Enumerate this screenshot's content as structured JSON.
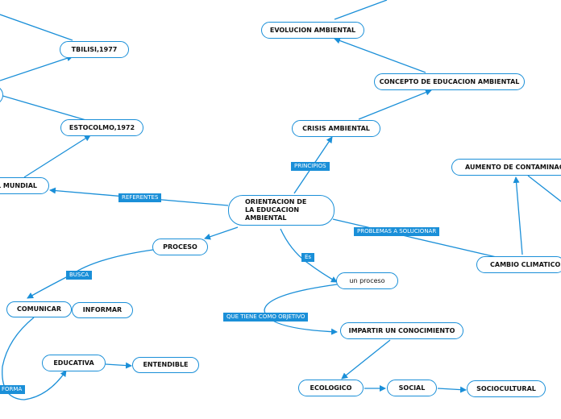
{
  "nodes": {
    "central": "ORIENTACION DE LA EDUCACION AMBIENTAL",
    "evolucion": "EVOLUCION AMBIENTAL",
    "concepto": "CONCEPTO DE EDUCACION AMBIENTAL",
    "crisis": "CRISIS AMBIENTAL",
    "tbilisi": "TBILISI,1977",
    "estocolmo": "ESTOCOLMO,1972",
    "mundial": "L MUNDIAL",
    "aumento": "AUMENTO DE CONTAMINACION",
    "cambio": "CAMBIO CLIMATICO",
    "proceso": "PROCESO",
    "un_proceso": "un proceso",
    "impartir": "IMPARTIR UN CONOCIMIENTO",
    "comunicar": "COMUNICAR",
    "informar": "INFORMAR",
    "educativa": "EDUCATIVA",
    "entendible": "ENTENDIBLE",
    "ecologico": "ECOLOGICO",
    "social": "SOCIAL",
    "sociocultural": "SOCIOCULTURAL"
  },
  "labels": {
    "principios": "PRINCIPIOS",
    "referentes": "REFERENTES",
    "problemas": "PROBLEMAS A SOLUCIONAR",
    "es": "Es",
    "busca": "BUSCA",
    "que_tiene": "QUE TIENE COMO OBJETIVO",
    "forma": "FORMA"
  },
  "colors": {
    "line": "#1a8fd8",
    "label_bg": "#1a8fd8",
    "label_text": "#ffffff"
  }
}
